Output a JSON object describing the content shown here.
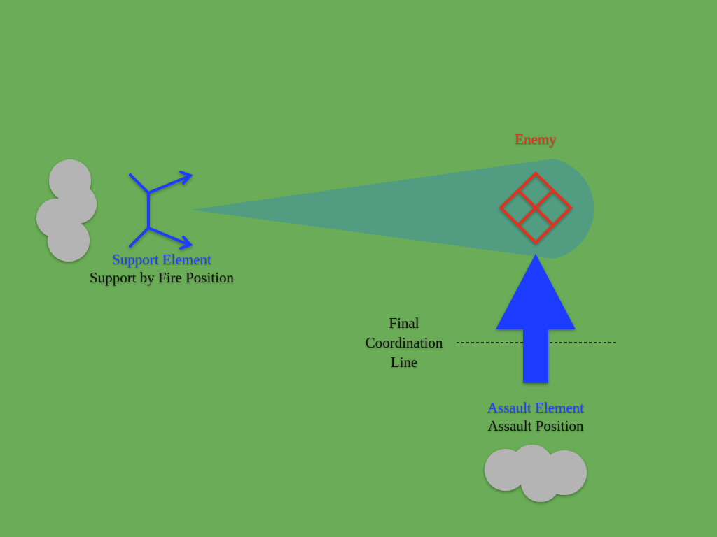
{
  "colors": {
    "background": "#6aac57",
    "friendly": "#1f3dff",
    "enemy": "#e0311b",
    "fire_cone": "#4d9a8a",
    "terrain": "#b4b4b4"
  },
  "enemy": {
    "label": "Enemy",
    "icon": "enemy-diamond-icon"
  },
  "support": {
    "element": "Support Element",
    "position": "Support by Fire Position",
    "icon": "support-by-fire-icon"
  },
  "assault": {
    "element": "Assault Element",
    "position": "Assault Position",
    "icon": "assault-arrow-icon"
  },
  "fcl": {
    "line1": "Final",
    "line2": "Coordination",
    "line3": "Line"
  }
}
